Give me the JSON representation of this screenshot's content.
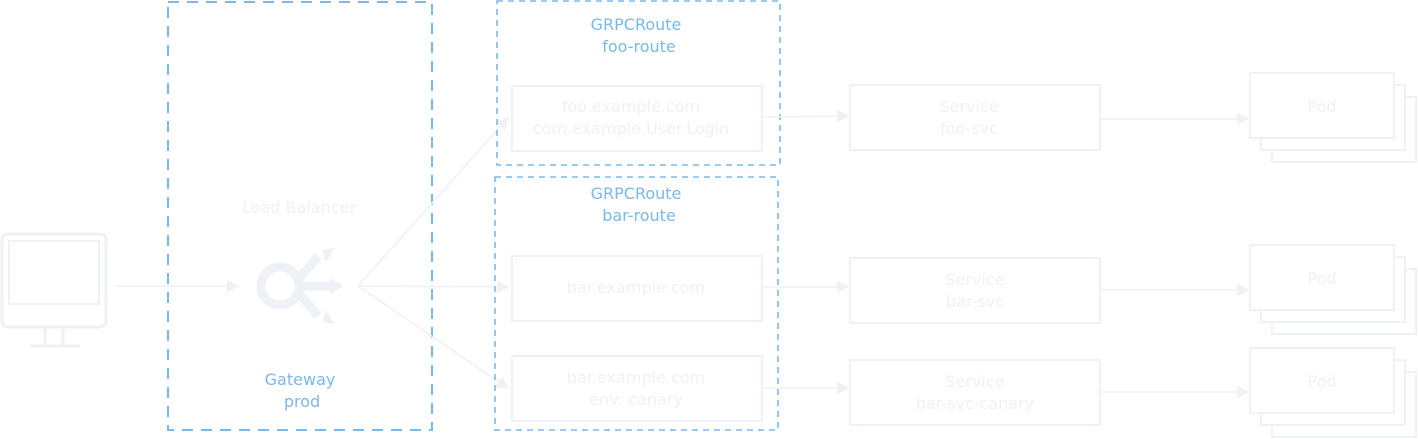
{
  "colors": {
    "accent_blue": "#7bb8ec",
    "faint_gray": "#eef1f5",
    "background": "#ffffff"
  },
  "client": {
    "icon": "computer-monitor-icon"
  },
  "load_balancer": {
    "label": "Load  Balancer",
    "icon": "load-balancer-icon"
  },
  "gateway": {
    "line1": "Gateway",
    "line2": "prod"
  },
  "foo_route": {
    "title1": "GRPCRoute",
    "title2": "foo-route",
    "match_line1": "foo.example.com",
    "match_line2": "com.example.User.Login"
  },
  "bar_route": {
    "title1": "GRPCRoute",
    "title2": "bar-route",
    "match1_line1": "bar.example.com",
    "match2_line1": "bar.example.com",
    "match2_line2": "env: canary"
  },
  "services": {
    "foo": {
      "line1": "Service",
      "line2": "foo-svc"
    },
    "bar": {
      "line1": "Service",
      "line2": "bar-svc"
    },
    "canary": {
      "line1": "Service",
      "line2": "bar-svc-canary"
    }
  },
  "pods": {
    "foo": {
      "label": "Pod"
    },
    "bar": {
      "label": "Pod"
    },
    "canary": {
      "label": "Pod"
    }
  }
}
